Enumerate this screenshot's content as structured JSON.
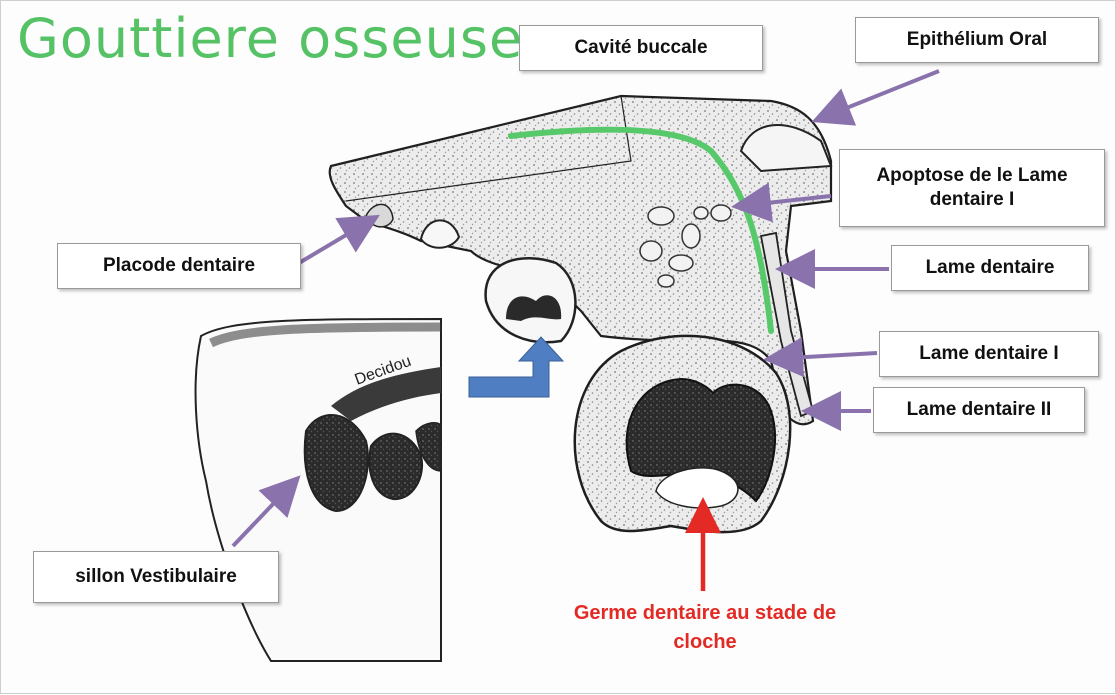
{
  "handwritten_title": "Gouttiere osseuse",
  "labels": {
    "cavite_buccale": "Cavité buccale",
    "epithelium_oral": "Epithélium Oral",
    "apoptose": "Apoptose de le Lame dentaire I",
    "placode": "Placode dentaire",
    "lame_dentaire": "Lame dentaire",
    "lame_dentaire_1": "Lame dentaire I",
    "lame_dentaire_2": "Lame dentaire II",
    "sillon": "sillon Vestibulaire",
    "germe": "Germe dentaire au stade de cloche",
    "decidous": "Decidou"
  },
  "colors": {
    "arrow_purple": "#8a72ad",
    "arrow_blue": "#4f7fc2",
    "arrow_red": "#e32a24",
    "highlight_green": "#58c96a",
    "label_text_red": "#e32a24"
  }
}
